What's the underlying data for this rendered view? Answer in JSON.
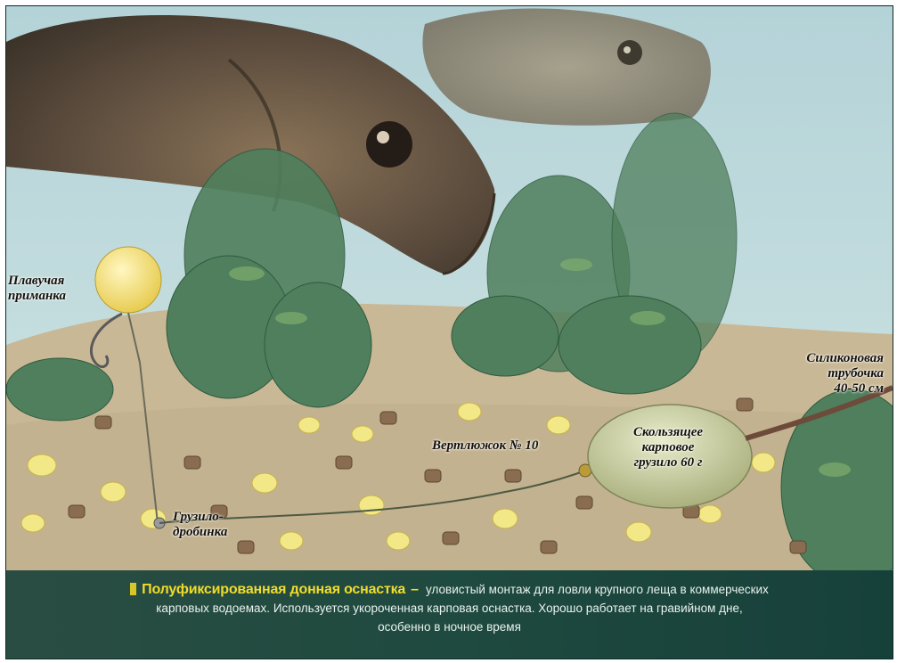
{
  "labels": {
    "bait_line1": "Плавучая",
    "bait_line2": "приманка",
    "tube_line1": "Силиконовая",
    "tube_line2": "трубочка",
    "tube_line3": "40-50 см",
    "swivel": "Вертлюжок № 10",
    "sinker_line1": "Скользящее",
    "sinker_line2": "карповое",
    "sinker_line3": "грузило 60 г",
    "shot_line1": "Грузило-",
    "shot_line2": "дробинка"
  },
  "caption": {
    "title": "Полуфиксированная донная оснастка",
    "dash": "–",
    "text_line1": "уловистый монтаж для ловли крупного леща в коммерческих",
    "text_line2": "карповых водоемах. Используется укороченная карповая оснастка. Хорошо работает на гравийном дне,",
    "text_line3": "особенно  в ночное время"
  },
  "colors": {
    "water": "#bcd9dc",
    "sand": "#c9b896",
    "plant": "#4f7f5c",
    "bait": "#f2e888",
    "caption_bg": "#1f4a3f",
    "caption_title": "#f0dc2a"
  }
}
